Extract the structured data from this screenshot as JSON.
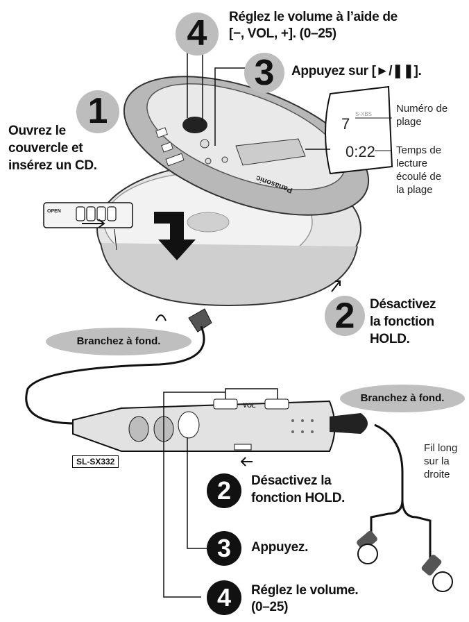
{
  "step4_top": {
    "number": "4",
    "line1": "Réglez le volume à l’aide de",
    "line2": "[−, VOL, +]. (0–25)"
  },
  "step3_top": {
    "number": "3",
    "text": "Appuyez sur [►/❚❚]."
  },
  "step1": {
    "number": "1",
    "line1": "Ouvrez le",
    "line2": "couvercle et",
    "line3": "insérez un CD."
  },
  "display": {
    "track": "7",
    "time": "0:22",
    "tag": "S-XBS"
  },
  "callout_track": {
    "line1": "Numéro de",
    "line2": "plage"
  },
  "callout_time": {
    "line1": "Temps de",
    "line2": "lecture",
    "line3": "écoulé de",
    "line4": "la plage"
  },
  "open_label": "OPEN",
  "brand": "Panasonic",
  "step2_top": {
    "number": "2",
    "line1": "Désactivez",
    "line2": "la fonction",
    "line3": "HOLD."
  },
  "bubble_left": "Branchez à fond.",
  "bubble_right": "Branchez à fond.",
  "remote_vol": "VOL",
  "model": "SL-SX332",
  "cord": {
    "line1": "Fil long",
    "line2": "sur la",
    "line3": "droite"
  },
  "step2_bottom": {
    "number": "2",
    "line1": "Désactivez la",
    "line2": "fonction HOLD."
  },
  "step3_bottom": {
    "number": "3",
    "text": "Appuyez."
  },
  "step4_bottom": {
    "number": "4",
    "line1": "Réglez le volume.",
    "line2": "(0–25)"
  }
}
